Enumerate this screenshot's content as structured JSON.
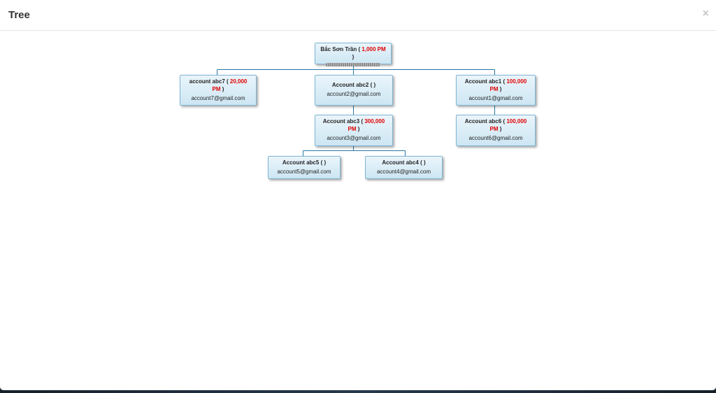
{
  "modal": {
    "title": "Tree",
    "close_label": "×"
  },
  "colors": {
    "node_border": "#7fb6d3",
    "connector": "#2a78a6",
    "amount": "#e00000"
  },
  "tree": {
    "root": {
      "name": "Bắc Sơn Trần",
      "amount": "1,000 PM",
      "subtitle_redacted": true
    },
    "nodes": [
      {
        "name": "account abc7",
        "amount": "20,000 PM",
        "email": "account7@gmail.com"
      },
      {
        "name": "Account abc2",
        "amount": "",
        "email": "account2@gmail.com"
      },
      {
        "name": "Account abc1",
        "amount": "100,000 PM",
        "email": "account1@gmail.com"
      },
      {
        "name": "Account abc3",
        "amount": "300,000 PM",
        "email": "account3@gmail.com"
      },
      {
        "name": "Account abc6",
        "amount": "100,000 PM",
        "email": "account6@gmail.com"
      },
      {
        "name": "Account abc5",
        "amount": "",
        "email": "account5@gmail.com"
      },
      {
        "name": "Account abc4",
        "amount": "",
        "email": "account4@gmail.com"
      }
    ]
  }
}
